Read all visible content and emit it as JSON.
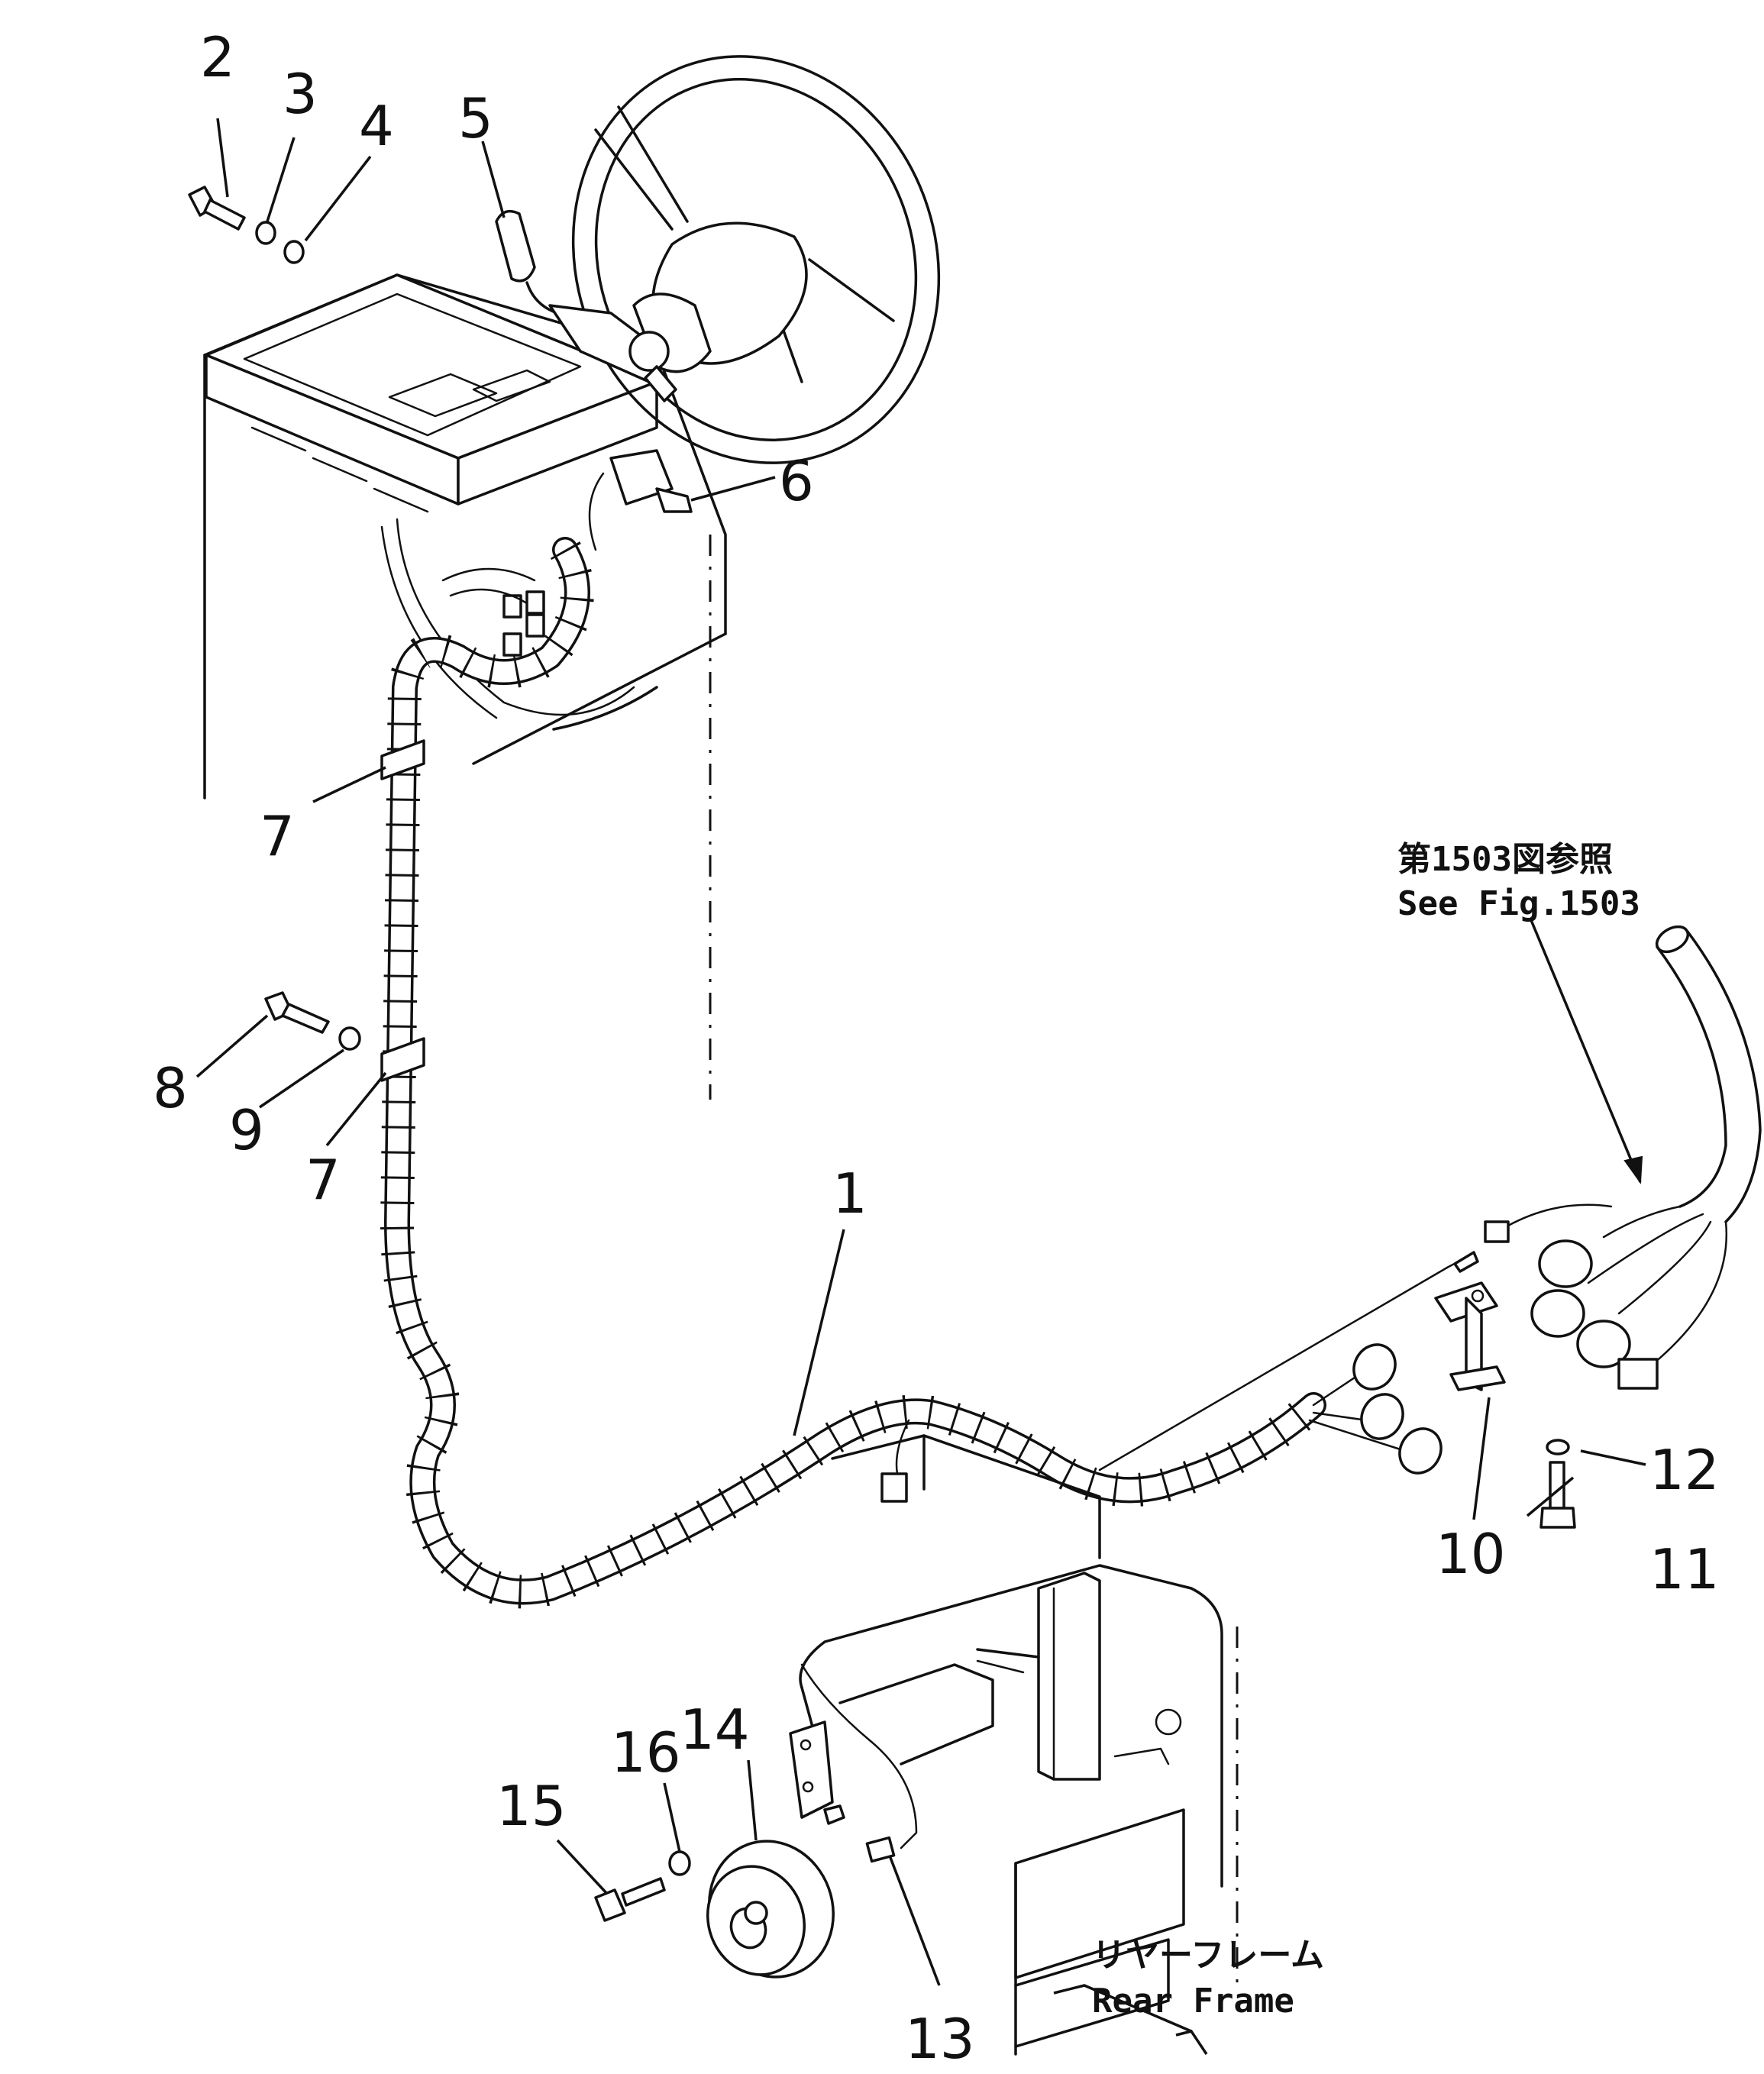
{
  "diagram": {
    "callouts": [
      {
        "id": "c2",
        "label": "2"
      },
      {
        "id": "c3",
        "label": "3"
      },
      {
        "id": "c4",
        "label": "4"
      },
      {
        "id": "c5",
        "label": "5"
      },
      {
        "id": "c6",
        "label": "6"
      },
      {
        "id": "c7a",
        "label": "7"
      },
      {
        "id": "c7b",
        "label": "7"
      },
      {
        "id": "c8",
        "label": "8"
      },
      {
        "id": "c9",
        "label": "9"
      },
      {
        "id": "c1",
        "label": "1"
      },
      {
        "id": "c10",
        "label": "10"
      },
      {
        "id": "c11",
        "label": "11"
      },
      {
        "id": "c12",
        "label": "12"
      },
      {
        "id": "c13",
        "label": "13"
      },
      {
        "id": "c14",
        "label": "14"
      },
      {
        "id": "c15",
        "label": "15"
      },
      {
        "id": "c16",
        "label": "16"
      }
    ],
    "reference_note": {
      "jp": "第1503図参照",
      "en": "See Fig.1503"
    },
    "frame_label": {
      "jp": "リヤーフレーム",
      "en": "Rear Frame"
    }
  }
}
